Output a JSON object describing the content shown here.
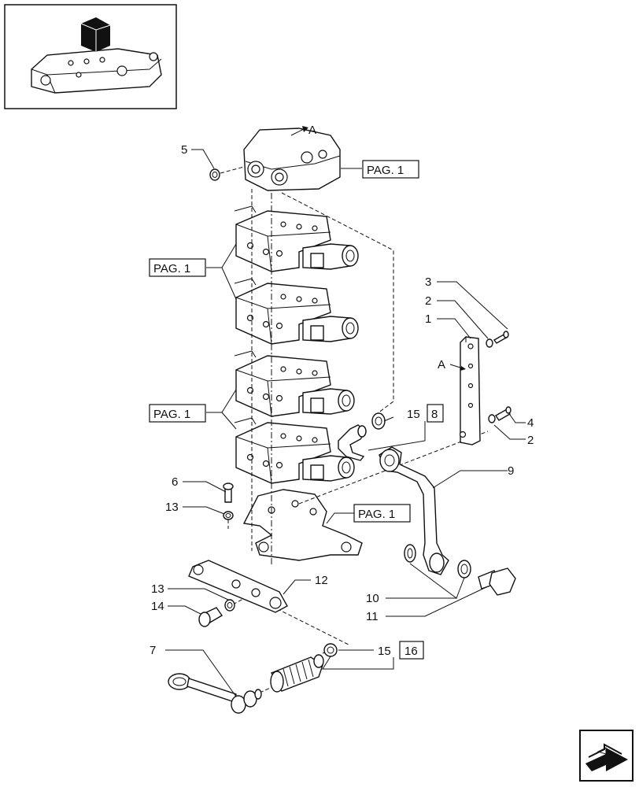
{
  "diagram": {
    "view_marker": "A",
    "page_refs": [
      "PAG. 1",
      "PAG. 1",
      "PAG. 1",
      "PAG. 1"
    ],
    "box_refs": [
      "8",
      "16"
    ],
    "callouts": {
      "c1": "1",
      "c2a": "2",
      "c2b": "2",
      "c3": "3",
      "c4": "4",
      "c5": "5",
      "c6": "6",
      "c7": "7",
      "c9": "9",
      "c10": "10",
      "c11": "11",
      "c12": "12",
      "c13a": "13",
      "c13b": "13",
      "c14": "14",
      "c15a": "15",
      "c15b": "15"
    },
    "icons": {
      "thumbnail": "assembly-thumbnail-icon",
      "nav": "next-page-arrow-icon"
    }
  }
}
